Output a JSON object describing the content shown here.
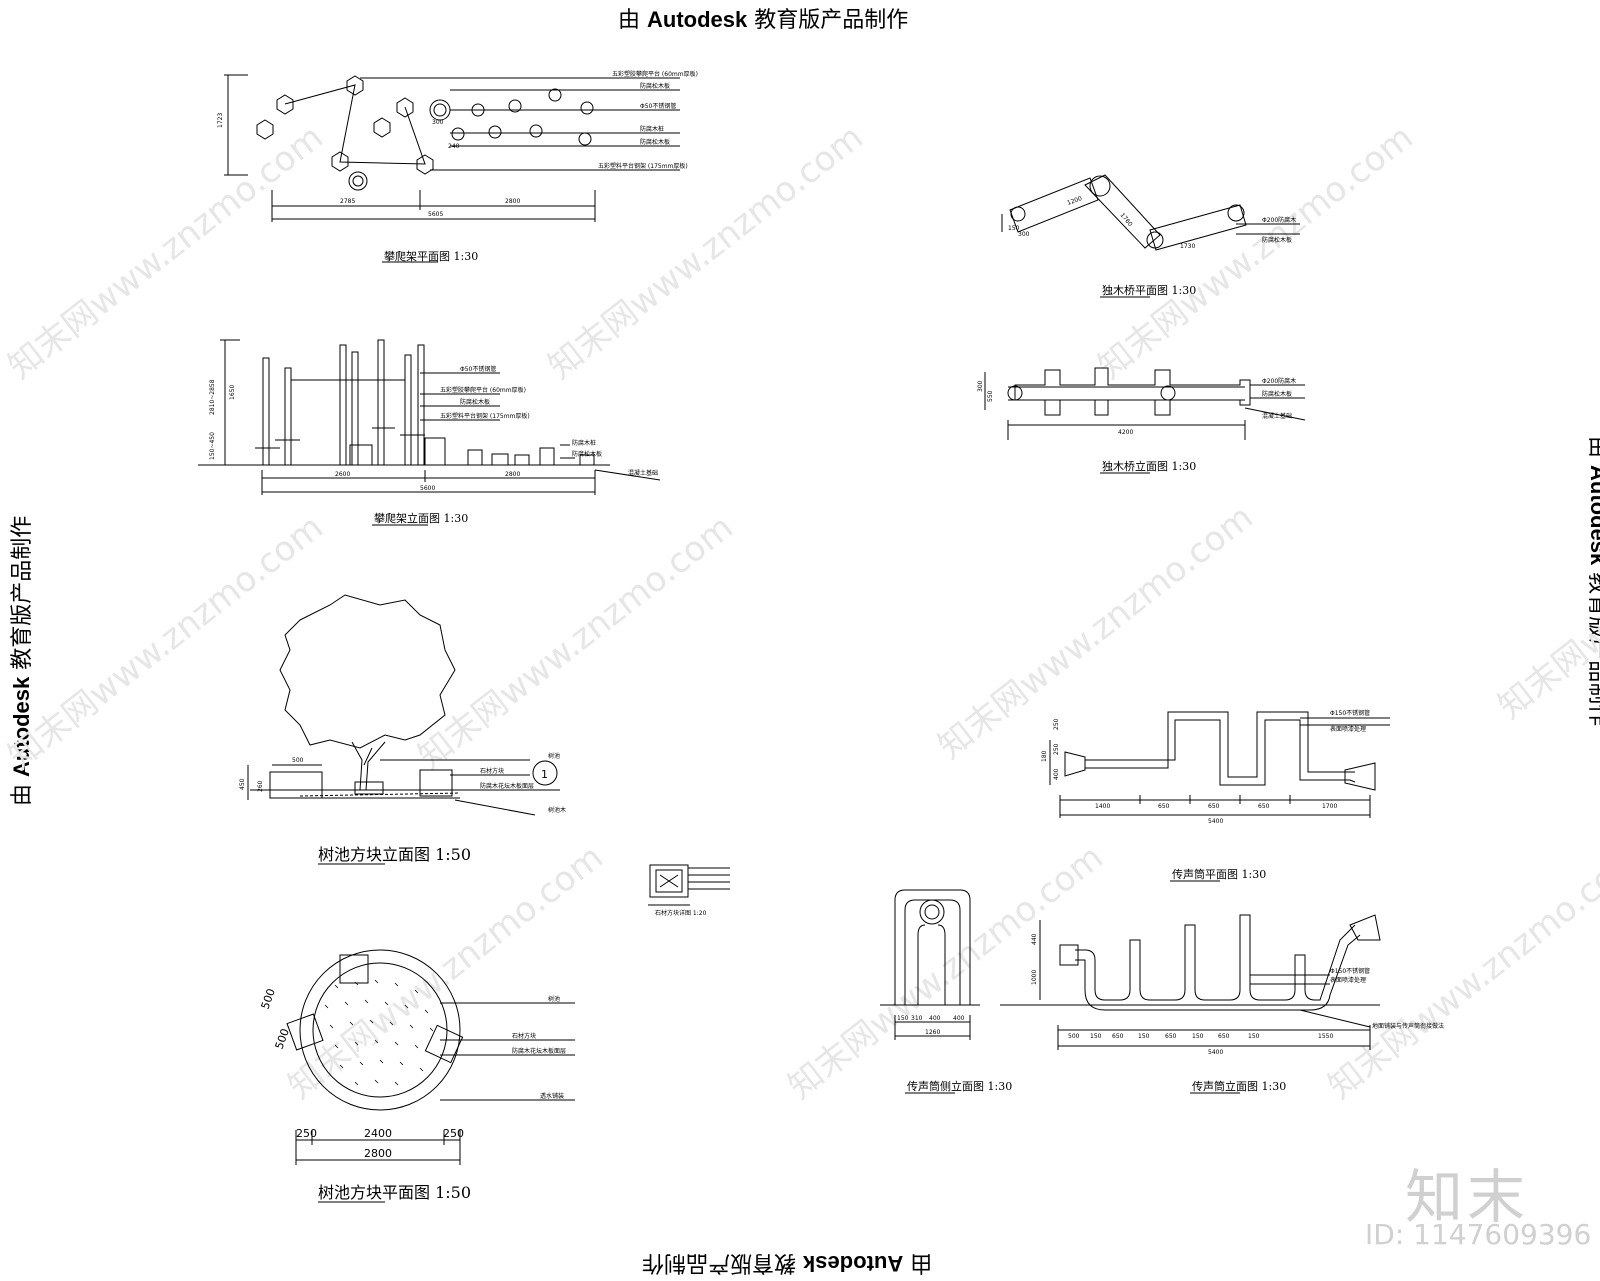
{
  "stamps": {
    "prefix": "由",
    "brand": "Autodesk",
    "suffix": "教育版产品制作"
  },
  "watermark": {
    "text": "知末网www.znzmo.com",
    "logo": "知末",
    "id": "ID: 1147609396"
  },
  "drawings": {
    "climb_plan": {
      "caption": "攀爬架平面图 1:30",
      "notes": [
        "五彩塑胶攀爬平台 (60mm厚板)",
        "防腐松木板",
        "Φ50不锈钢管",
        "防腐木桩",
        "防腐松木板",
        "五彩塑料平台钢架 (175mm厚板)"
      ],
      "dims": [
        "1723",
        "2785",
        "5605",
        "2800",
        "300",
        "240"
      ]
    },
    "climb_elev": {
      "caption": "攀爬架立面图 1:30",
      "notes": [
        "Φ50不锈钢管",
        "五彩塑胶攀爬平台 (60mm厚板)",
        "防腐松木板",
        "五彩塑料平台钢架 (175mm厚板)",
        "防腐木桩",
        "防腐松木板",
        "混凝土基础"
      ],
      "dims": [
        "2600",
        "5600",
        "2800",
        "1650",
        "2810~2858",
        "150~450"
      ]
    },
    "walk_plan": {
      "caption": "独木桥平面图 1:30",
      "notes": [
        "Φ200防腐木",
        "防腐松木板"
      ],
      "dims": [
        "1200",
        "1760",
        "1730",
        "150",
        "300"
      ]
    },
    "walk_elev": {
      "caption": "独木桥立面图 1:30",
      "notes": [
        "Φ200防腐木",
        "防腐松木板",
        "混凝土基础"
      ],
      "dims": [
        "4200",
        "300",
        "550"
      ]
    },
    "tree_elev": {
      "caption": "树池方块立面图 1:50",
      "notes": [
        "树池",
        "石材方块",
        "防腐木花坛木板面层",
        "树池木"
      ],
      "dims": [
        "500",
        "450",
        "260"
      ],
      "callout": "1"
    },
    "tree_plan": {
      "caption": "树池方块平面图 1:50",
      "notes": [
        "树池",
        "石材方块",
        "防腐木花坛木板面层",
        "透水铺装"
      ],
      "dims": [
        "250",
        "2400",
        "250",
        "2800",
        "500",
        "500"
      ]
    },
    "detail": {
      "caption": "石材方块详图 1:20"
    },
    "pipe_plan": {
      "caption": "传声筒平面图 1:30",
      "notes": [
        "Φ150不锈钢管",
        "表面喷漆处理"
      ],
      "dims": [
        "1400",
        "650",
        "650",
        "650",
        "1700",
        "5400",
        "250",
        "250",
        "400",
        "180"
      ]
    },
    "pipe_side": {
      "caption": "传声筒侧立面图 1:30",
      "dims": [
        "150",
        "310",
        "400",
        "400",
        "1260"
      ]
    },
    "pipe_elev": {
      "caption": "传声筒立面图 1:30",
      "notes": [
        "Φ150不锈钢管",
        "表面喷漆处理",
        "地面铺装与传声筒衔接做法"
      ],
      "dims": [
        "500",
        "150",
        "650",
        "150",
        "650",
        "150",
        "650",
        "150",
        "1550",
        "5400",
        "1000",
        "440"
      ]
    }
  }
}
